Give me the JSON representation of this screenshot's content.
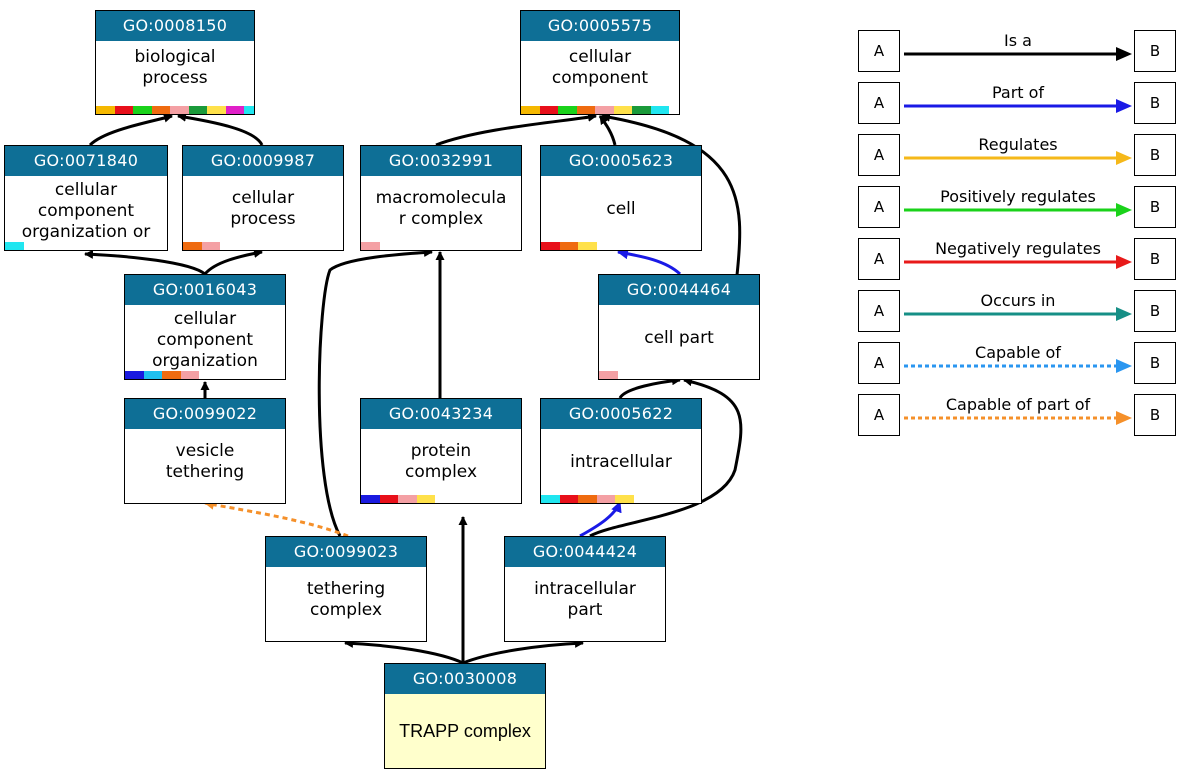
{
  "nodes": [
    {
      "key": "n8150",
      "id": "GO:0008150",
      "label": "biological\nprocess",
      "colors": [
        "#f5b800",
        "#e8101a",
        "#1ad21a",
        "#ef6b10",
        "#f4a0a4",
        "#1a9a3a",
        "#ffe14a",
        "#e020c8",
        "#20e6f0"
      ]
    },
    {
      "key": "n5575",
      "id": "GO:0005575",
      "label": "cellular\ncomponent",
      "colors": [
        "#f5b800",
        "#e8101a",
        "#1ad21a",
        "#ef6b10",
        "#f4a0a4",
        "#ffe14a",
        "#1a9a3a",
        "#20e6f0"
      ]
    },
    {
      "key": "n71840",
      "id": "GO:0071840",
      "label": "cellular\ncomponent\norganization or",
      "colors": [
        "#20e6f0"
      ]
    },
    {
      "key": "n9987",
      "id": "GO:0009987",
      "label": "cellular\nprocess",
      "colors": [
        "#ef6b10",
        "#f4a0a4"
      ]
    },
    {
      "key": "n32991",
      "id": "GO:0032991",
      "label": "macromolecula\nr complex",
      "colors": [
        "#f4a0a4"
      ]
    },
    {
      "key": "n5623",
      "id": "GO:0005623",
      "label": "cell",
      "colors": [
        "#e8101a",
        "#ef6b10",
        "#ffe14a"
      ]
    },
    {
      "key": "n16043",
      "id": "GO:0016043",
      "label": "cellular\ncomponent\norganization",
      "colors": [
        "#1a1ae0",
        "#20c0f0",
        "#ef6b10",
        "#f4a0a4"
      ]
    },
    {
      "key": "n44464",
      "id": "GO:0044464",
      "label": "cell part",
      "colors": [
        "#f4a0a4"
      ]
    },
    {
      "key": "n99022",
      "id": "GO:0099022",
      "label": "vesicle\ntethering",
      "colors": []
    },
    {
      "key": "n43234",
      "id": "GO:0043234",
      "label": "protein\ncomplex",
      "colors": [
        "#1a1ae0",
        "#e8101a",
        "#f4a0a4",
        "#ffe14a"
      ]
    },
    {
      "key": "n5622",
      "id": "GO:0005622",
      "label": "intracellular",
      "colors": [
        "#20e6f0",
        "#e8101a",
        "#ef6b10",
        "#f4a0a4",
        "#ffe14a"
      ]
    },
    {
      "key": "n99023",
      "id": "GO:0099023",
      "label": "tethering\ncomplex",
      "colors": []
    },
    {
      "key": "n44424",
      "id": "GO:0044424",
      "label": "intracellular\npart",
      "colors": []
    },
    {
      "key": "n30008",
      "id": "GO:0030008",
      "label": "TRAPP complex",
      "colors": [],
      "focus": true
    }
  ],
  "edge_colors": {
    "is_a": "#000000",
    "part_of": "#1a1ae6",
    "regulates": "#f5b81a",
    "positively_regulates": "#1ad21a",
    "negatively_regulates": "#e81a1a",
    "occurs_in": "#168f86",
    "capable_of": "#2a96f0",
    "capable_of_part_of": "#f5902a"
  },
  "legend": [
    {
      "key": "is_a",
      "label": "Is a",
      "a": "A",
      "b": "B",
      "dashed": false
    },
    {
      "key": "part_of",
      "label": "Part of",
      "a": "A",
      "b": "B",
      "dashed": false
    },
    {
      "key": "regulates",
      "label": "Regulates",
      "a": "A",
      "b": "B",
      "dashed": false
    },
    {
      "key": "positively_regulates",
      "label": "Positively regulates",
      "a": "A",
      "b": "B",
      "dashed": false
    },
    {
      "key": "negatively_regulates",
      "label": "Negatively regulates",
      "a": "A",
      "b": "B",
      "dashed": false
    },
    {
      "key": "occurs_in",
      "label": "Occurs in",
      "a": "A",
      "b": "B",
      "dashed": false
    },
    {
      "key": "capable_of",
      "label": "Capable of",
      "a": "A",
      "b": "B",
      "dashed": true
    },
    {
      "key": "capable_of_part_of",
      "label": "Capable of part of",
      "a": "A",
      "b": "B",
      "dashed": true
    }
  ]
}
